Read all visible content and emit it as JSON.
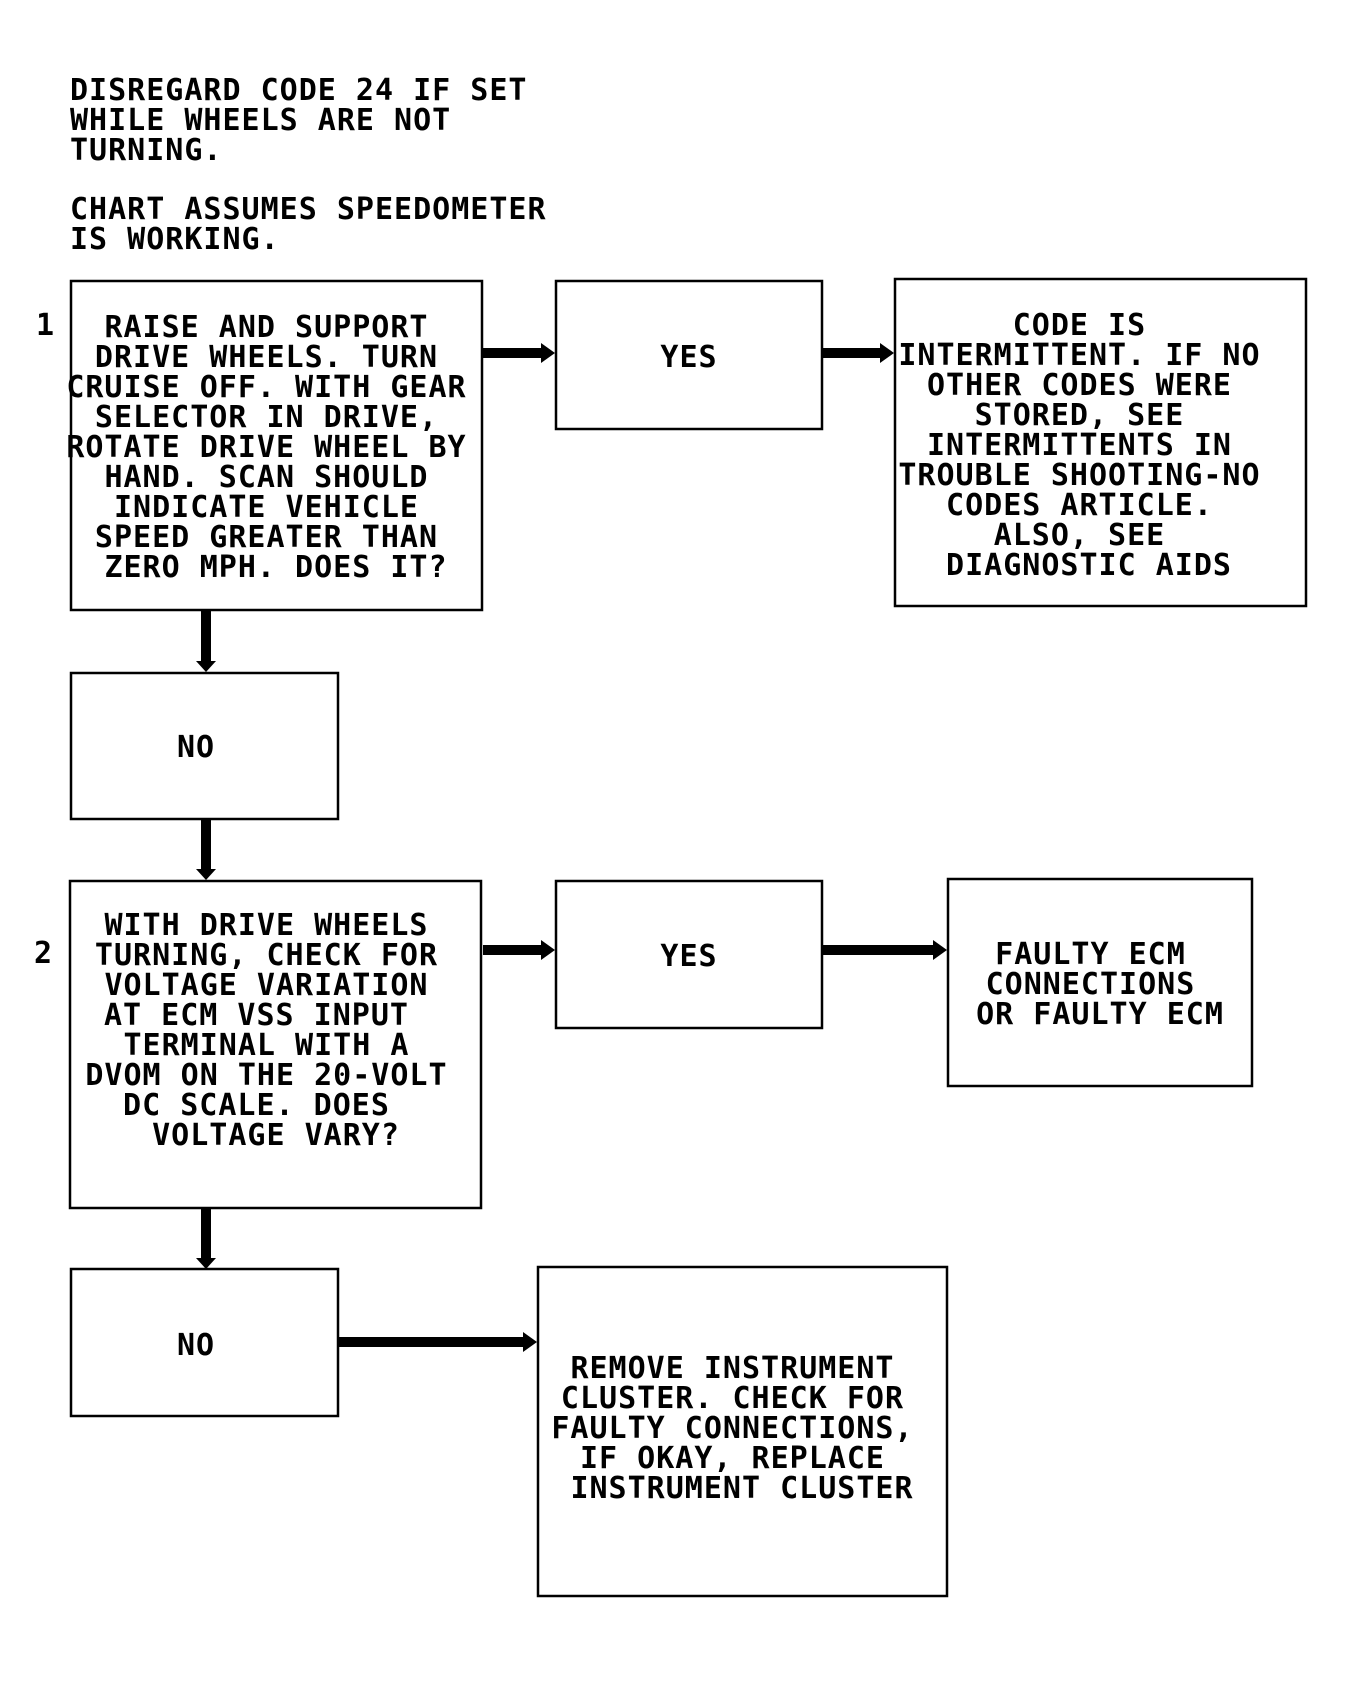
{
  "notes": [
    {
      "id": "note-code-24",
      "lines": [
        "DISREGARD CODE 24 IF SET",
        "WHILE WHEELS ARE NOT",
        "TURNING."
      ]
    },
    {
      "id": "note-speedometer",
      "lines": [
        "CHART ASSUMES SPEEDOMETER",
        "IS WORKING."
      ]
    }
  ],
  "step_numbers": [
    {
      "id": "step-1",
      "label": "1"
    },
    {
      "id": "step-2",
      "label": "2"
    }
  ],
  "boxes": [
    {
      "id": "step-1-question",
      "lines": [
        "RAISE AND SUPPORT",
        "DRIVE WHEELS. TURN",
        "CRUISE OFF. WITH GEAR",
        "SELECTOR IN DRIVE,",
        "ROTATE DRIVE WHEEL BY",
        "HAND. SCAN SHOULD",
        "INDICATE VEHICLE",
        "SPEED GREATER THAN",
        "ZERO MPH. DOES IT?"
      ]
    },
    {
      "id": "step-1-yes",
      "lines": [
        "YES"
      ]
    },
    {
      "id": "step-1-yes-result",
      "lines": [
        "CODE IS",
        "INTERMITTENT. IF NO",
        "OTHER CODES WERE",
        "STORED, SEE",
        "INTERMITTENTS IN",
        "TROUBLE SHOOTING-NO",
        "CODES ARTICLE.",
        "ALSO, SEE",
        "DIAGNOSTIC AIDS"
      ]
    },
    {
      "id": "step-1-no",
      "lines": [
        "NO"
      ]
    },
    {
      "id": "step-2-question",
      "lines": [
        "WITH DRIVE WHEELS",
        "TURNING, CHECK FOR",
        "VOLTAGE VARIATION",
        "AT ECM VSS INPUT",
        "TERMINAL WITH A",
        "DVOM ON THE 20-VOLT",
        "DC SCALE. DOES",
        "VOLTAGE VARY?"
      ]
    },
    {
      "id": "step-2-yes",
      "lines": [
        "YES"
      ]
    },
    {
      "id": "step-2-yes-result",
      "lines": [
        "FAULTY ECM",
        "CONNECTIONS",
        "OR FAULTY ECM"
      ]
    },
    {
      "id": "step-2-no",
      "lines": [
        "NO"
      ]
    },
    {
      "id": "step-2-no-result",
      "lines": [
        "REMOVE INSTRUMENT",
        "CLUSTER. CHECK FOR",
        "FAULTY CONNECTIONS,",
        "IF OKAY, REPLACE",
        "INSTRUMENT CLUSTER"
      ]
    }
  ],
  "connectors": [
    {
      "from": "step-1-question",
      "to": "step-1-yes"
    },
    {
      "from": "step-1-yes",
      "to": "step-1-yes-result"
    },
    {
      "from": "step-1-question",
      "to": "step-1-no"
    },
    {
      "from": "step-1-no",
      "to": "step-2-question"
    },
    {
      "from": "step-2-question",
      "to": "step-2-yes"
    },
    {
      "from": "step-2-yes",
      "to": "step-2-yes-result"
    },
    {
      "from": "step-2-question",
      "to": "step-2-no"
    },
    {
      "from": "step-2-no",
      "to": "step-2-no-result"
    }
  ],
  "colors": {
    "line": "#000000",
    "background": "#ffffff"
  }
}
